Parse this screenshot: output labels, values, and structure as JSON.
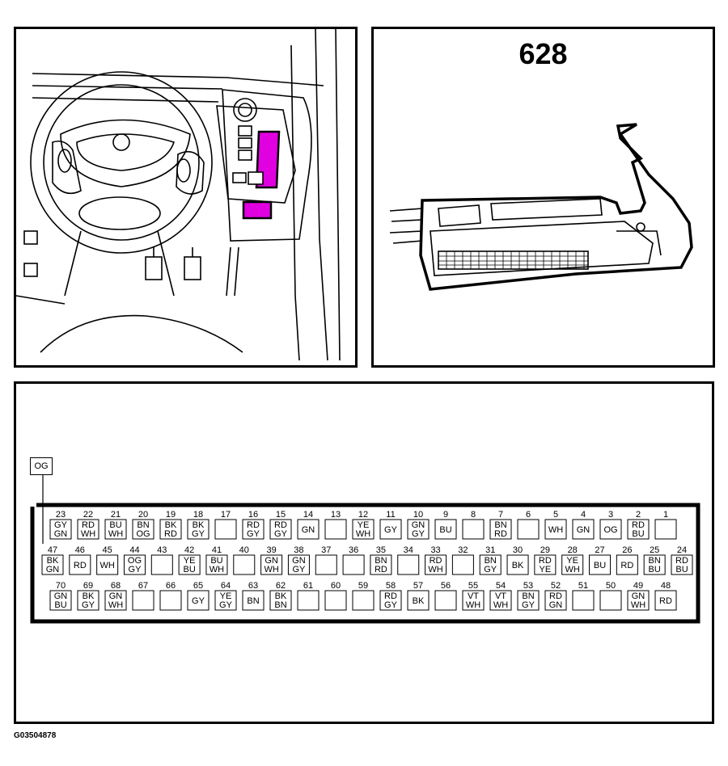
{
  "connector_id": "628",
  "figure_code": "G03504878",
  "ground_lead_color": "OG",
  "highlight_color": "#E000E0",
  "rows": {
    "top": [
      {
        "n": "23",
        "c": [
          "GY",
          "GN"
        ]
      },
      {
        "n": "22",
        "c": [
          "RD",
          "WH"
        ]
      },
      {
        "n": "21",
        "c": [
          "BU",
          "WH"
        ]
      },
      {
        "n": "20",
        "c": [
          "BN",
          "OG"
        ]
      },
      {
        "n": "19",
        "c": [
          "BK",
          "RD"
        ]
      },
      {
        "n": "18",
        "c": [
          "BK",
          "GY"
        ]
      },
      {
        "n": "17",
        "c": []
      },
      {
        "n": "16",
        "c": [
          "RD",
          "GY"
        ]
      },
      {
        "n": "15",
        "c": [
          "RD",
          "GY"
        ]
      },
      {
        "n": "14",
        "c": [
          "GN"
        ]
      },
      {
        "n": "13",
        "c": []
      },
      {
        "n": "12",
        "c": [
          "YE",
          "WH"
        ]
      },
      {
        "n": "11",
        "c": [
          "GY"
        ]
      },
      {
        "n": "10",
        "c": [
          "GN",
          "GY"
        ]
      },
      {
        "n": "9",
        "c": [
          "BU"
        ]
      },
      {
        "n": "8",
        "c": []
      },
      {
        "n": "7",
        "c": [
          "BN",
          "RD"
        ]
      },
      {
        "n": "6",
        "c": []
      },
      {
        "n": "5",
        "c": [
          "WH"
        ]
      },
      {
        "n": "4",
        "c": [
          "GN"
        ]
      },
      {
        "n": "3",
        "c": [
          "OG"
        ]
      },
      {
        "n": "2",
        "c": [
          "RD",
          "BU"
        ]
      },
      {
        "n": "1",
        "c": []
      }
    ],
    "middle": [
      {
        "n": "47",
        "c": [
          "BK",
          "GN"
        ]
      },
      {
        "n": "46",
        "c": [
          "RD"
        ]
      },
      {
        "n": "45",
        "c": [
          "WH"
        ]
      },
      {
        "n": "44",
        "c": [
          "OG",
          "GY"
        ]
      },
      {
        "n": "43",
        "c": []
      },
      {
        "n": "42",
        "c": [
          "YE",
          "BU"
        ]
      },
      {
        "n": "41",
        "c": [
          "BU",
          "WH"
        ]
      },
      {
        "n": "40",
        "c": []
      },
      {
        "n": "39",
        "c": [
          "GN",
          "WH"
        ]
      },
      {
        "n": "38",
        "c": [
          "GN",
          "GY"
        ]
      },
      {
        "n": "37",
        "c": []
      },
      {
        "n": "36",
        "c": []
      },
      {
        "n": "35",
        "c": [
          "BN",
          "RD"
        ]
      },
      {
        "n": "34",
        "c": []
      },
      {
        "n": "33",
        "c": [
          "RD",
          "WH"
        ]
      },
      {
        "n": "32",
        "c": []
      },
      {
        "n": "31",
        "c": [
          "BN",
          "GY"
        ]
      },
      {
        "n": "30",
        "c": [
          "BK"
        ]
      },
      {
        "n": "29",
        "c": [
          "RD",
          "YE"
        ]
      },
      {
        "n": "28",
        "c": [
          "YE",
          "WH"
        ]
      },
      {
        "n": "27",
        "c": [
          "BU"
        ]
      },
      {
        "n": "26",
        "c": [
          "RD"
        ]
      },
      {
        "n": "25",
        "c": [
          "BN",
          "BU"
        ]
      },
      {
        "n": "24",
        "c": [
          "RD",
          "BU"
        ]
      }
    ],
    "bottom": [
      {
        "n": "70",
        "c": [
          "GN",
          "BU"
        ]
      },
      {
        "n": "69",
        "c": [
          "BK",
          "GY"
        ]
      },
      {
        "n": "68",
        "c": [
          "GN",
          "WH"
        ]
      },
      {
        "n": "67",
        "c": []
      },
      {
        "n": "66",
        "c": []
      },
      {
        "n": "65",
        "c": [
          "GY"
        ]
      },
      {
        "n": "64",
        "c": [
          "YE",
          "GY"
        ]
      },
      {
        "n": "63",
        "c": [
          "BN"
        ]
      },
      {
        "n": "62",
        "c": [
          "BK",
          "BN"
        ]
      },
      {
        "n": "61",
        "c": []
      },
      {
        "n": "60",
        "c": []
      },
      {
        "n": "59",
        "c": []
      },
      {
        "n": "58",
        "c": [
          "RD",
          "GY"
        ]
      },
      {
        "n": "57",
        "c": [
          "BK"
        ]
      },
      {
        "n": "56",
        "c": []
      },
      {
        "n": "55",
        "c": [
          "VT",
          "WH"
        ]
      },
      {
        "n": "54",
        "c": [
          "VT",
          "WH"
        ]
      },
      {
        "n": "53",
        "c": [
          "BN",
          "GY"
        ]
      },
      {
        "n": "52",
        "c": [
          "RD",
          "GN"
        ]
      },
      {
        "n": "51",
        "c": []
      },
      {
        "n": "50",
        "c": []
      },
      {
        "n": "49",
        "c": [
          "GN",
          "WH"
        ]
      },
      {
        "n": "48",
        "c": [
          "RD"
        ]
      }
    ]
  }
}
